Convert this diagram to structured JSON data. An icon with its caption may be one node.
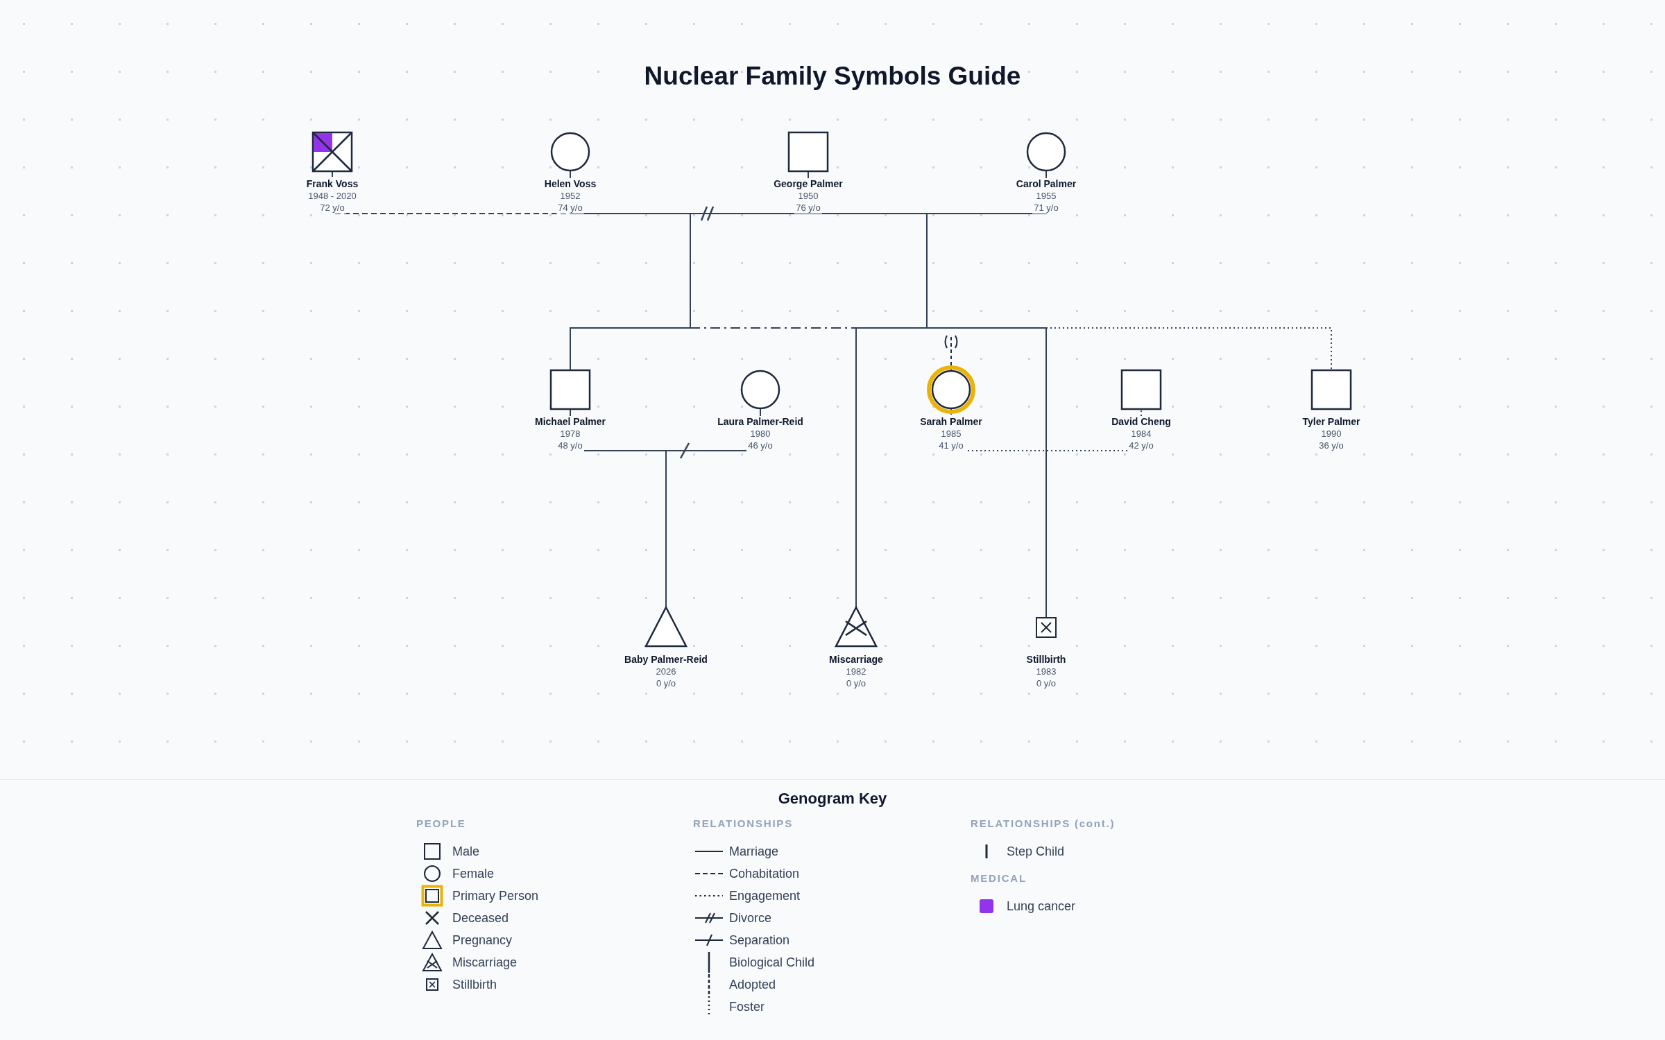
{
  "diagram": {
    "title": "Nuclear Family Symbols Guide",
    "nodes": [
      {
        "text": [],
        "shape": "box",
        "beside": [
          "Frank Voss",
          "1948 - 2020",
          "72 y/o"
        ]
      },
      {
        "text": [],
        "shape": "circle",
        "beside": [
          "Helen Voss",
          "1952",
          "74 y/o"
        ]
      },
      {
        "text": [],
        "shape": "box",
        "beside": [
          "George Palmer",
          "1950",
          "76 y/o"
        ]
      },
      {
        "text": [],
        "shape": "circle",
        "beside": [
          "Carol Palmer",
          "1955",
          "71 y/o"
        ]
      },
      {
        "text": [],
        "shape": "box",
        "beside": [
          "Michael Palmer",
          "1978",
          "48 y/o"
        ]
      },
      {
        "text": [],
        "shape": "circle",
        "beside": [
          "Laura Palmer-Reid",
          "1980",
          "46 y/o"
        ]
      },
      {
        "text": [],
        "shape": "circle",
        "beside": [
          "Sarah Palmer",
          "1985",
          "41 y/o"
        ]
      },
      {
        "text": [],
        "shape": "box",
        "beside": [
          "David Cheng",
          "1984",
          "42 y/o"
        ]
      },
      {
        "text": [],
        "shape": "box",
        "beside": [
          "Tyler Palmer",
          "1990",
          "36 y/o"
        ]
      },
      {
        "text": [],
        "shape": "triangle",
        "beside": [
          "Baby Palmer-Reid",
          "2026",
          "0 y/o"
        ]
      },
      {
        "text": [],
        "shape": "triangle",
        "beside": [
          "Miscarriage",
          "1982",
          "0 y/o"
        ]
      },
      {
        "text": [],
        "shape": "box",
        "beside": [
          "Stillbirth",
          "1983",
          "0 y/o"
        ]
      }
    ],
    "edges": [
      {
        "from": 0,
        "to": 1,
        "arrow": "none",
        "style": "dashed"
      },
      {
        "from": 1,
        "to": 2,
        "arrow": "none"
      },
      {
        "from": 2,
        "to": 3,
        "arrow": "none"
      },
      {
        "from": 4,
        "to": 5,
        "arrow": "none"
      },
      {
        "from": 6,
        "to": 7,
        "arrow": "none",
        "style": "dashed"
      },
      {
        "from": null,
        "to": 4,
        "arrow": "none"
      },
      {
        "from": null,
        "to": 10,
        "arrow": "none"
      },
      {
        "from": null,
        "to": 11,
        "arrow": "none"
      },
      {
        "from": null,
        "to": 8,
        "arrow": "none",
        "style": "dashed"
      },
      {
        "from": null,
        "to": 9,
        "arrow": "none"
      }
    ],
    "labels": [
      "Genogram Key",
      "PEOPLE",
      "RELATIONSHIPS",
      "RELATIONSHIPS (cont.)",
      "MEDICAL"
    ],
    "legend": [
      {
        "text": "Male"
      },
      {
        "text": "Female"
      },
      {
        "text": "Primary Person"
      },
      {
        "text": "Deceased"
      },
      {
        "text": "Pregnancy"
      },
      {
        "text": "Miscarriage"
      },
      {
        "text": "Stillbirth"
      },
      {
        "text": "Marriage"
      },
      {
        "text": "Cohabitation"
      },
      {
        "text": "Engagement"
      },
      {
        "text": "Divorce"
      },
      {
        "text": "Separation"
      },
      {
        "text": "Biological Child"
      },
      {
        "text": "Adopted"
      },
      {
        "text": "Foster"
      },
      {
        "text": "Step Child"
      },
      {
        "text": "Lung cancer",
        "color": "#9333ea"
      }
    ]
  }
}
